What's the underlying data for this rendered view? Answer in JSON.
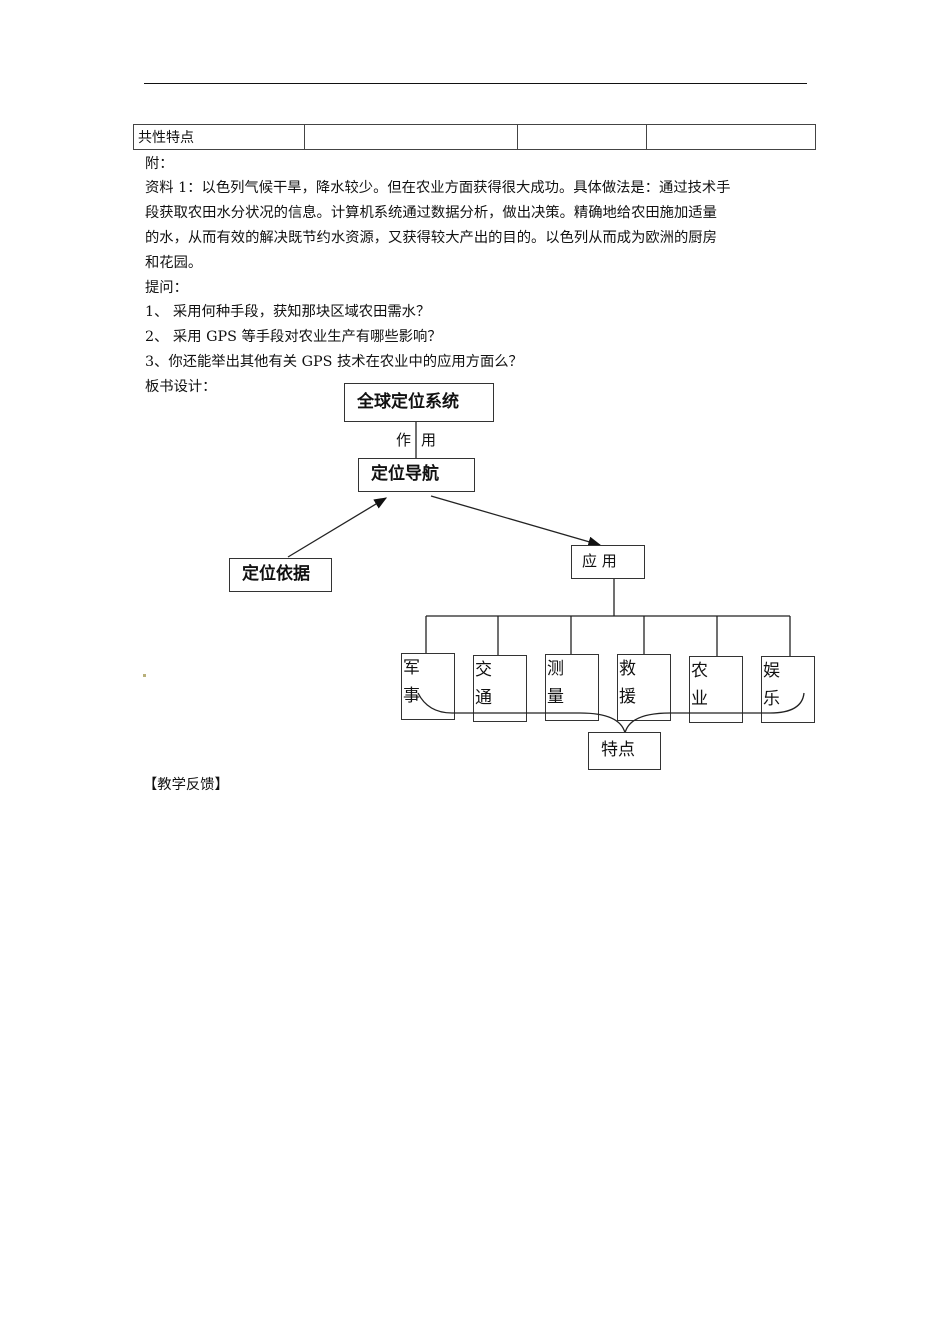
{
  "table": {
    "row_label": "共性特点",
    "cells": [
      "",
      "",
      ""
    ]
  },
  "appendix": {
    "heading": "附：",
    "material_lines": [
      "资料 1：以色列气候干旱，降水较少。但在农业方面获得很大成功。具体做法是：通过技术手",
      "段获取农田水分状况的信息。计算机系统通过数据分析，做出决策。精确地给农田施加适量",
      "的水，从而有效的解决既节约水资源，又获得较大产出的目的。以色列从而成为欧洲的厨房",
      "和花园。"
    ],
    "questions_heading": "提问：",
    "questions": [
      "1、 采用何种手段，获知那块区域农田需水？",
      "2、 采用 GPS 等手段对农业生产有哪些影响？",
      "3、你还能举出其他有关 GPS  技术在农业中的应用方面么？"
    ],
    "board_design_heading": "板书设计："
  },
  "diagram": {
    "root": "全球定位系统",
    "connector_label_left": "作",
    "connector_label_right": "用",
    "navigation": "定位导航",
    "basis": "定位依据",
    "application": "应 用",
    "applications": [
      {
        "line1": "军",
        "line2": "事"
      },
      {
        "line1": "交",
        "line2": "通"
      },
      {
        "line1": "测",
        "line2": "量"
      },
      {
        "line1": "救",
        "line2": "援"
      },
      {
        "line1": "农",
        "line2": "业"
      },
      {
        "line1": "娱",
        "line2": "乐"
      }
    ],
    "features": "特点"
  },
  "feedback": {
    "heading": "【教学反馈】"
  }
}
